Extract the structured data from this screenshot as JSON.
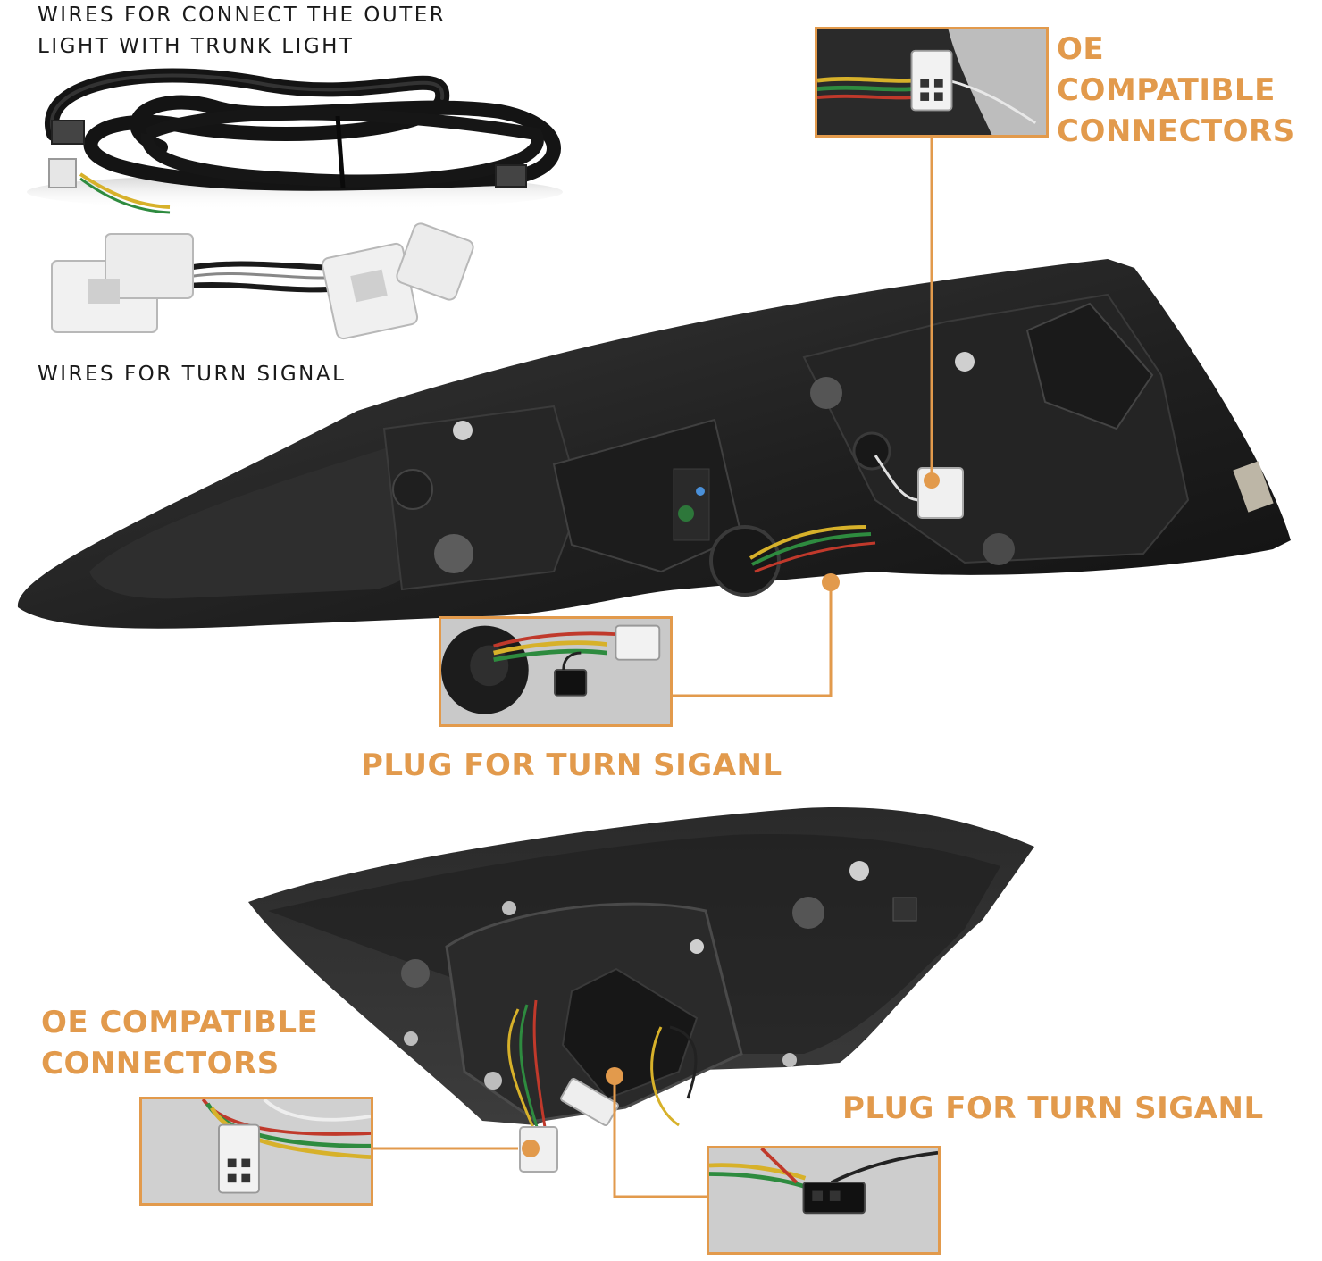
{
  "labels": {
    "wires_outer_line1": "WIRES FOR CONNECT THE OUTER",
    "wires_outer_line2": "LIGHT WITH TRUNK LIGHT",
    "wires_turn_signal": "WIRES FOR TURN SIGNAL",
    "oe_top_line1": "OE COMPATIBLE",
    "oe_top_line2": "CONNECTORS",
    "plug_mid": "PLUG FOR TURN SIGANL",
    "oe_bottom_line1": "OE COMPATIBLE",
    "oe_bottom_line2": "CONNECTORS",
    "plug_bottom": "PLUG FOR TURN SIGANL"
  },
  "colors": {
    "accent": "#e29a4c",
    "housing": "#2b2b2b",
    "background": "#ffffff"
  }
}
